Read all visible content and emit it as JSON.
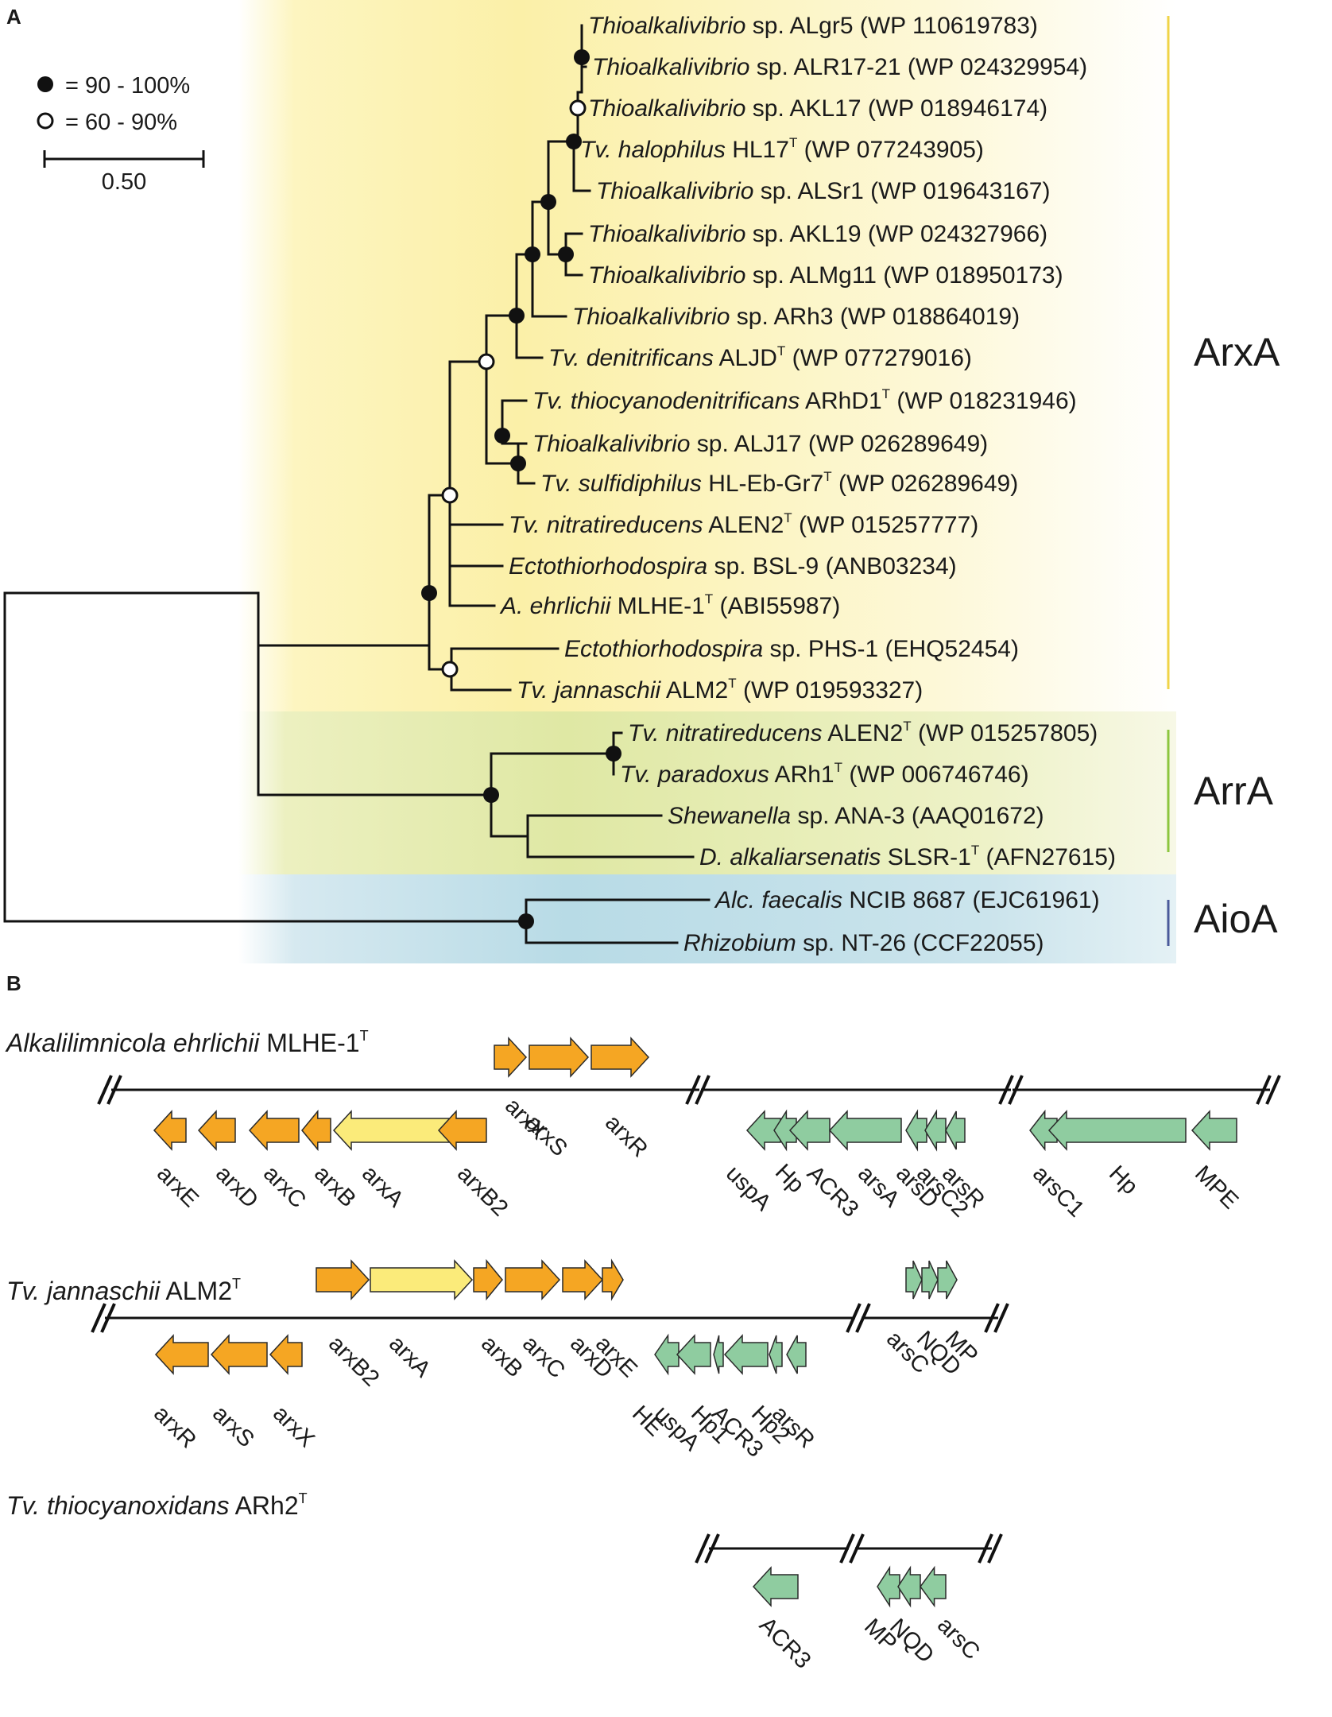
{
  "panel_a": {
    "label": "A",
    "legend": {
      "filled": "= 90 - 100%",
      "open": "= 60 - 90%",
      "scale": "0.50"
    },
    "groups": [
      {
        "name": "ArxA",
        "color": "#f0d448"
      },
      {
        "name": "ArrA",
        "color": "#8cc63f"
      },
      {
        "name": "AioA",
        "color": "#4a5a9a"
      }
    ],
    "leaves": [
      {
        "italic": "Thioalkalivibrio",
        "plain": " sp. ALgr5",
        "sup": "",
        "id": " (WP 110619783)"
      },
      {
        "italic": "Thioalkalivibrio",
        "plain": " sp. ALR17-21",
        "sup": "",
        "id": " (WP 024329954)"
      },
      {
        "italic": "Thioalkalivibrio",
        "plain": " sp. AKL17",
        "sup": "",
        "id": " (WP 018946174)"
      },
      {
        "italic": "Tv. halophilus",
        "plain": " HL17",
        "sup": "T",
        "id": " (WP 077243905)"
      },
      {
        "italic": "Thioalkalivibrio",
        "plain": " sp. ALSr1",
        "sup": "",
        "id": " (WP 019643167)"
      },
      {
        "italic": "Thioalkalivibrio",
        "plain": " sp. AKL19",
        "sup": "",
        "id": " (WP 024327966)"
      },
      {
        "italic": "Thioalkalivibrio",
        "plain": " sp. ALMg11",
        "sup": "",
        "id": " (WP 018950173)"
      },
      {
        "italic": "Thioalkalivibrio",
        "plain": " sp. ARh3",
        "sup": "",
        "id": " (WP 018864019)"
      },
      {
        "italic": "Tv. denitrificans",
        "plain": " ALJD",
        "sup": "T",
        "id": "  (WP 077279016)"
      },
      {
        "italic": "Tv. thiocyanodenitrificans",
        "plain": " ARhD1",
        "sup": "T",
        "id": " (WP 018231946)"
      },
      {
        "italic": "Thioalkalivibrio",
        "plain": " sp. ALJ17",
        "sup": "",
        "id": " (WP 026289649)"
      },
      {
        "italic": "Tv. sulfidiphilus",
        "plain": " HL-Eb-Gr7",
        "sup": "T",
        "id": " (WP 026289649)"
      },
      {
        "italic": "Tv. nitratireducens",
        "plain": " ALEN2",
        "sup": "T",
        "id": " (WP 015257777)"
      },
      {
        "italic": "Ectothiorhodospira",
        "plain": " sp. BSL-9",
        "sup": "",
        "id": " (ANB03234)"
      },
      {
        "italic": "A. ehrlichii",
        "plain": " MLHE-1",
        "sup": "T",
        "id": " (ABI55987)"
      },
      {
        "italic": "Ectothiorhodospira",
        "plain": " sp. PHS-1",
        "sup": "",
        "id": " (EHQ52454)"
      },
      {
        "italic": "Tv. jannaschii",
        "plain": " ALM2",
        "sup": "T",
        "id": " (WP 019593327)"
      },
      {
        "italic": "Tv. nitratireducens",
        "plain": " ALEN2",
        "sup": "T",
        "id": "  (WP 015257805)"
      },
      {
        "italic": "Tv. paradoxus",
        "plain": " ARh1",
        "sup": "T",
        "id": " (WP 006746746)"
      },
      {
        "italic": "Shewanella",
        "plain": " sp. ANA-3",
        "sup": "",
        "id": " (AAQ01672)"
      },
      {
        "italic": "D. alkaliarsenatis",
        "plain": " SLSR-1",
        "sup": "T",
        "id": " (AFN27615)"
      },
      {
        "italic": "Alc. faecalis",
        "plain": " NCIB 8687",
        "sup": "",
        "id": " (EJC61961)"
      },
      {
        "italic": "Rhizobium",
        "plain": " sp. NT-26",
        "sup": "",
        "id": " (CCF22055)"
      }
    ]
  },
  "panel_b": {
    "label": "B",
    "colors": {
      "arx_orange": "#f5a623",
      "arxA_yellow": "#fbeb7a",
      "ars_green": "#8fcca0"
    },
    "genomes": [
      {
        "title_italic": "Alkalilimnicola ehrlichii",
        "title_plain": " MLHE-1",
        "sup": "T",
        "genes": [
          {
            "label": "arxX",
            "color": "orange",
            "strand": "+"
          },
          {
            "label": "arxS",
            "color": "orange",
            "strand": "+"
          },
          {
            "label": "arxR",
            "color": "orange",
            "strand": "+"
          },
          {
            "label": "arxE",
            "color": "orange",
            "strand": "-"
          },
          {
            "label": "arxD",
            "color": "orange",
            "strand": "-"
          },
          {
            "label": "arxC",
            "color": "orange",
            "strand": "-"
          },
          {
            "label": "arxB",
            "color": "orange",
            "strand": "-"
          },
          {
            "label": "arxA",
            "color": "yellow",
            "strand": "-"
          },
          {
            "label": "arxB2",
            "color": "orange",
            "strand": "-"
          },
          {
            "label": "uspA",
            "color": "green",
            "strand": "-"
          },
          {
            "label": "Hp",
            "color": "green",
            "strand": "-"
          },
          {
            "label": "ACR3",
            "color": "green",
            "strand": "-"
          },
          {
            "label": "arsA",
            "color": "green",
            "strand": "-"
          },
          {
            "label": "arsD",
            "color": "green",
            "strand": "-"
          },
          {
            "label": "arsC2",
            "color": "green",
            "strand": "-"
          },
          {
            "label": "arsR",
            "color": "green",
            "strand": "-"
          },
          {
            "label": "arsC1",
            "color": "green",
            "strand": "-"
          },
          {
            "label": "Hp",
            "color": "green",
            "strand": "-"
          },
          {
            "label": "MPE",
            "color": "green",
            "strand": "-"
          }
        ]
      },
      {
        "title_italic": "Tv. jannaschii",
        "title_plain": " ALM2",
        "sup": "T",
        "genes": [
          {
            "label": "arxB2",
            "color": "orange",
            "strand": "+"
          },
          {
            "label": "arxA",
            "color": "yellow",
            "strand": "+"
          },
          {
            "label": "arxB",
            "color": "orange",
            "strand": "+"
          },
          {
            "label": "arxC",
            "color": "orange",
            "strand": "+"
          },
          {
            "label": "arxD",
            "color": "orange",
            "strand": "+"
          },
          {
            "label": "arxE",
            "color": "orange",
            "strand": "+"
          },
          {
            "label": "arxR",
            "color": "orange",
            "strand": "-"
          },
          {
            "label": "arxS",
            "color": "orange",
            "strand": "-"
          },
          {
            "label": "arxX",
            "color": "orange",
            "strand": "-"
          },
          {
            "label": "HE",
            "color": "green",
            "strand": "-"
          },
          {
            "label": "uspA",
            "color": "green",
            "strand": "-"
          },
          {
            "label": "Hp1",
            "color": "green",
            "strand": "-"
          },
          {
            "label": "ACR3",
            "color": "green",
            "strand": "-"
          },
          {
            "label": "Hp2",
            "color": "green",
            "strand": "-"
          },
          {
            "label": "arsR",
            "color": "green",
            "strand": "-"
          },
          {
            "label": "arsC",
            "color": "green",
            "strand": "+"
          },
          {
            "label": "NQD",
            "color": "green",
            "strand": "+"
          },
          {
            "label": "MP",
            "color": "green",
            "strand": "+"
          }
        ]
      },
      {
        "title_italic": "Tv. thiocyanoxidans",
        "title_plain": " ARh2",
        "sup": "T",
        "genes": [
          {
            "label": "ACR3",
            "color": "green",
            "strand": "-"
          },
          {
            "label": "MP",
            "color": "green",
            "strand": "-"
          },
          {
            "label": "NQD",
            "color": "green",
            "strand": "-"
          },
          {
            "label": "arsC",
            "color": "green",
            "strand": "-"
          }
        ]
      }
    ]
  }
}
